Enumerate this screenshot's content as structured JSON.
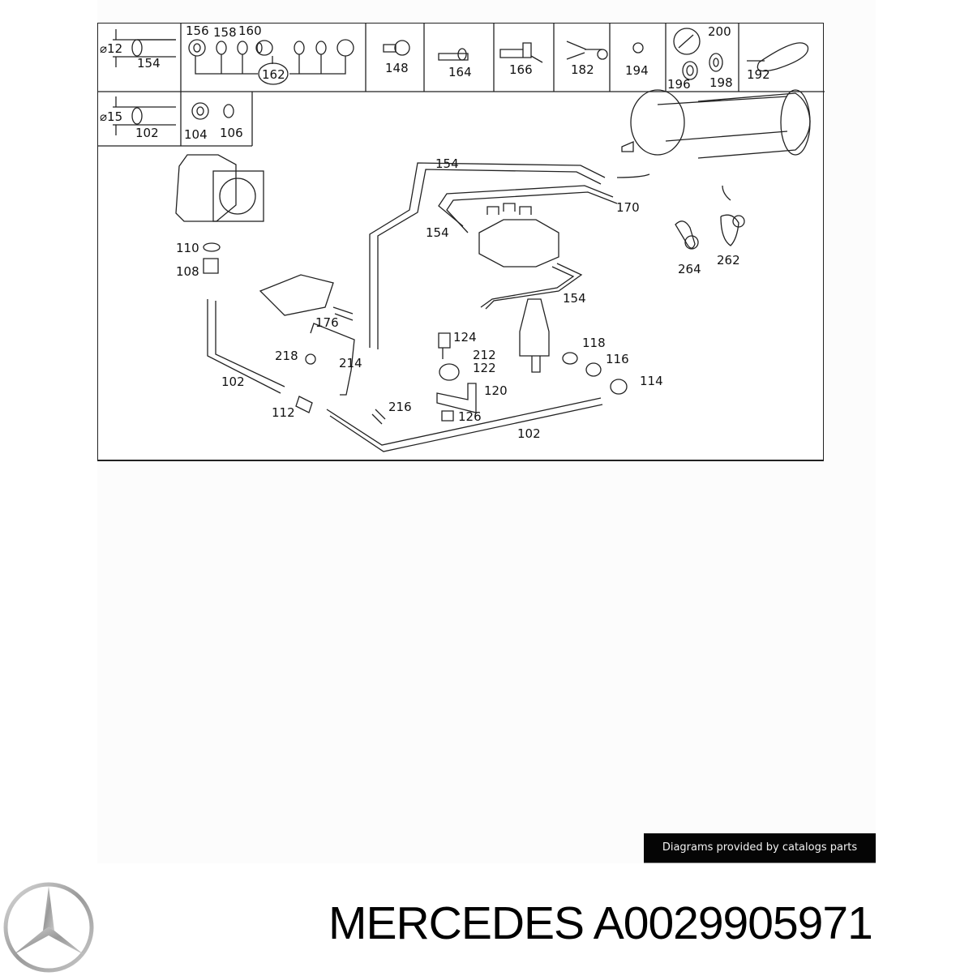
{
  "diagram": {
    "header_cells": [
      {
        "id": "tube-12",
        "labels": [
          "154"
        ],
        "dimension": "⌀12"
      },
      {
        "id": "fittings",
        "labels": [
          "156",
          "158",
          "160",
          "162"
        ]
      },
      {
        "id": "banjo",
        "labels": [
          "148"
        ]
      },
      {
        "id": "connector-straight",
        "labels": [
          "164"
        ]
      },
      {
        "id": "connector-elbow",
        "labels": [
          "166"
        ]
      },
      {
        "id": "connector-tee",
        "labels": [
          "182"
        ]
      },
      {
        "id": "plug",
        "labels": [
          "194"
        ]
      },
      {
        "id": "repair-kit",
        "labels": [
          "200",
          "196",
          "198"
        ]
      },
      {
        "id": "cable-tie",
        "labels": [
          "192"
        ]
      },
      {
        "id": "tube-15",
        "labels": [
          "102"
        ],
        "dimension": "⌀15"
      },
      {
        "id": "nut-sleeve",
        "labels": [
          "104",
          "106"
        ]
      }
    ],
    "part_labels": {
      "p154a": "154",
      "p154b": "154",
      "p154c": "154",
      "p170": "170",
      "p264": "264",
      "p262": "262",
      "p110": "110",
      "p108": "108",
      "p176": "176",
      "p124": "124",
      "p212": "212",
      "p122": "122",
      "p120": "120",
      "p126": "126",
      "p118": "118",
      "p116": "116",
      "p114": "114",
      "p218": "218",
      "p214": "214",
      "p216": "216",
      "p102a": "102",
      "p102b": "102",
      "p112": "112"
    }
  },
  "header_text": {
    "d12": "⌀12",
    "t154": "154",
    "t156": "156",
    "t158": "158",
    "t160": "160",
    "t162": "162",
    "t148": "148",
    "t164": "164",
    "t166": "166",
    "t182": "182",
    "t194": "194",
    "t200": "200",
    "t196": "196",
    "t198": "198",
    "t192": "192",
    "d15": "⌀15",
    "t102": "102",
    "t104": "104",
    "t106": "106"
  },
  "badge": {
    "text": "Diagrams provided by catalogs parts"
  },
  "footer": {
    "brand": "MERCEDES",
    "part_number": "A0029905971",
    "title": "MERCEDES A0029905971",
    "logo": "mercedes-star-icon"
  },
  "colors": {
    "panel_bg": "#fcfcfc",
    "badge_bg": "#050505",
    "badge_text": "#f2f2f2",
    "line": "#222222",
    "logo_silver": "#a9a9a9"
  }
}
